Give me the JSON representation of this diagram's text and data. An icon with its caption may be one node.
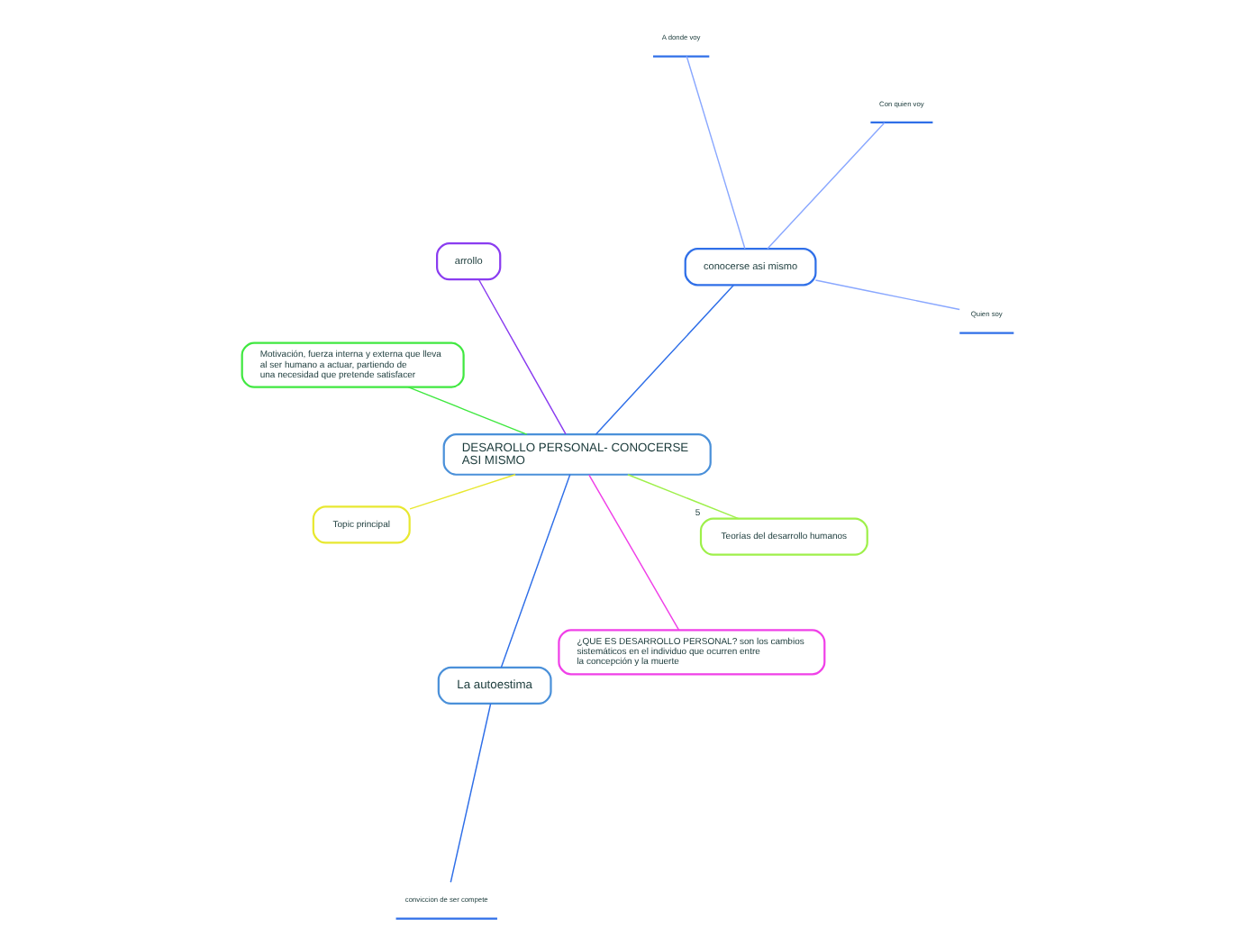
{
  "diagram": {
    "nodes": [
      {
        "text": [
          "DESAROLLO PERSONAL- CONOCERSE ASI MISMO"
        ]
      },
      {
        "text": [
          "conocerse asi mismo"
        ]
      },
      {
        "text": [
          "Quien soy"
        ]
      },
      {
        "text": [
          "A donde voy"
        ]
      },
      {
        "text": [
          "Con quien voy"
        ]
      },
      {
        "text": [
          "arrollo"
        ]
      },
      {
        "text": [
          "La autoestima"
        ]
      },
      {
        "text": [
          "conviccion de ser compete"
        ]
      },
      {
        "text": [
          "Topic principal"
        ]
      },
      {
        "text": [
          "Teorías del desarrollo humanos"
        ],
        "beside": [
          "5"
        ]
      },
      {
        "text": [
          "¿QUE ES DESARROLLO PERSONAL? son los cambios sistemáticos en el individuo que ocurren entre la concepción y la muerte"
        ]
      },
      {
        "text": [
          "Motivación, fuerza interna y externa que lleva al ser humano a actuar, partiendo de una necesidad que pretende satisfacer"
        ]
      }
    ],
    "edges": [
      {
        "from": 0,
        "to": 1,
        "arrow": "none",
        "color": "#2f6fe8"
      },
      {
        "from": 1,
        "to": 2,
        "arrow": "none",
        "color": "#8aa8ff"
      },
      {
        "from": 1,
        "to": 3,
        "arrow": "none",
        "color": "#8aa8ff"
      },
      {
        "from": 1,
        "to": 4,
        "arrow": "none",
        "color": "#8aa8ff"
      },
      {
        "from": 0,
        "to": 5,
        "arrow": "none",
        "color": "#8a3cf0"
      },
      {
        "from": 0,
        "to": 6,
        "arrow": "none",
        "color": "#2f6fe8"
      },
      {
        "from": 6,
        "to": 7,
        "arrow": "none",
        "color": "#2f6fe8"
      },
      {
        "from": 0,
        "to": 8,
        "arrow": "none",
        "color": "#e8e830"
      },
      {
        "from": 0,
        "to": 9,
        "arrow": "none",
        "color": "#9ef04a"
      },
      {
        "from": 0,
        "to": 10,
        "arrow": "none",
        "color": "#f040e8"
      },
      {
        "from": 0,
        "to": 11,
        "arrow": "none",
        "color": "#40e840"
      }
    ]
  }
}
